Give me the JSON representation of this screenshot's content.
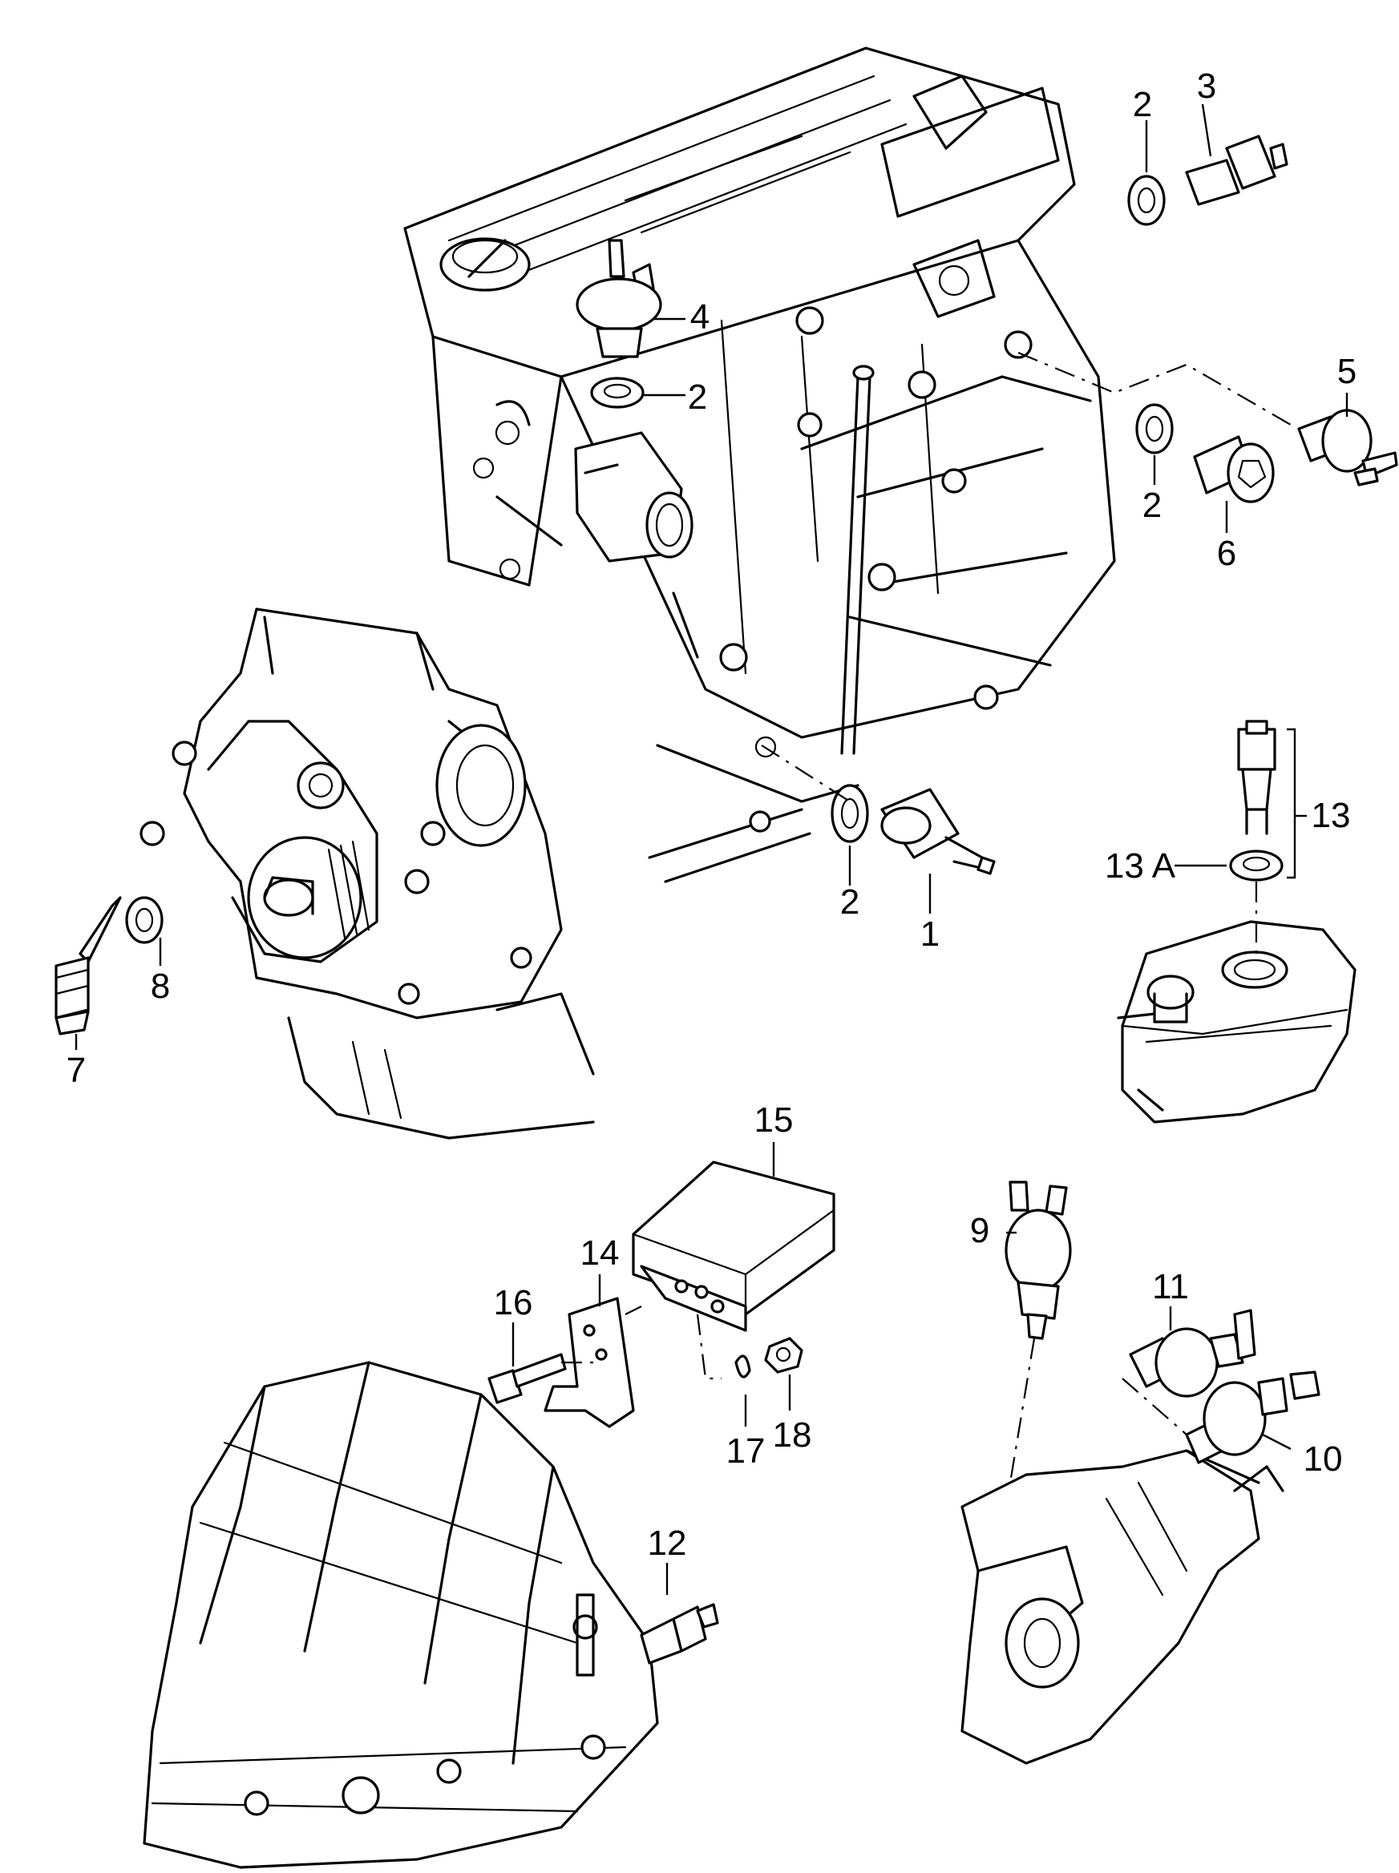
{
  "callouts": {
    "c1": "1",
    "c2a": "2",
    "c2b": "2",
    "c2c": "2",
    "c2d": "2",
    "c3": "3",
    "c4": "4",
    "c5": "5",
    "c6": "6",
    "c7": "7",
    "c8": "8",
    "c9": "9",
    "c10": "10",
    "c11": "11",
    "c12": "12",
    "c13": "13",
    "c13a": "13 A",
    "c14": "14",
    "c15": "15",
    "c16": "16",
    "c17": "17",
    "c18": "18"
  }
}
